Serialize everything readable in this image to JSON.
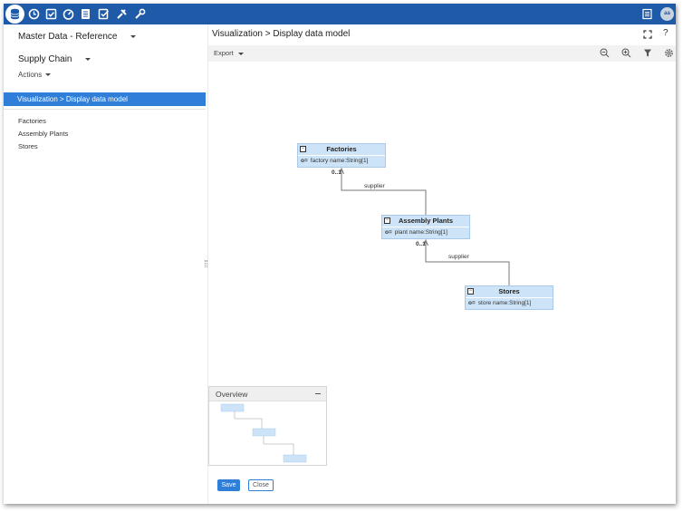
{
  "topbar": {
    "icons": [
      "database-icon",
      "clock-icon",
      "checkbox-icon",
      "dashboard-icon",
      "document-list-icon",
      "task-check-icon",
      "tools-icon",
      "wrench-icon"
    ],
    "right_icons": [
      "grid-menu-icon"
    ],
    "avatar_initials": "aa",
    "bg_color": "#1e5aa8"
  },
  "left": {
    "repository_select": "Master Data - Reference",
    "dataset_select": "Supply Chain",
    "actions_label": "Actions",
    "active_item": "Visualization > Display data model",
    "tables": [
      "Factories",
      "Assembly Plants",
      "Stores"
    ]
  },
  "header": {
    "title": "Visualization > Display data model",
    "icons": [
      "fullscreen-icon",
      "help-icon"
    ],
    "help_label": "?"
  },
  "toolbar": {
    "export_label": "Export",
    "icons": [
      "zoom-out-icon",
      "zoom-in-icon",
      "filter-icon",
      "settings-gear-icon"
    ]
  },
  "diagram": {
    "entities": [
      {
        "name": "Factories",
        "collapse_label": "−",
        "attribute": "factory name:String[1]",
        "key_icon": "key-icon"
      },
      {
        "name": "Assembly Plants",
        "collapse_label": "−",
        "attribute": "plant name:String[1]",
        "key_icon": "key-icon"
      },
      {
        "name": "Stores",
        "collapse_label": "−",
        "attribute": "store name:String[1]",
        "key_icon": "key-icon"
      }
    ],
    "links": [
      {
        "label": "supplier",
        "cardinality": "0..1"
      },
      {
        "label": "supplier",
        "cardinality": "0..1"
      }
    ],
    "entity_color": "#cde3f7"
  },
  "overview": {
    "title": "Overview"
  },
  "footer": {
    "save_label": "Save",
    "close_label": "Close",
    "accent": "#2f7ed8"
  }
}
